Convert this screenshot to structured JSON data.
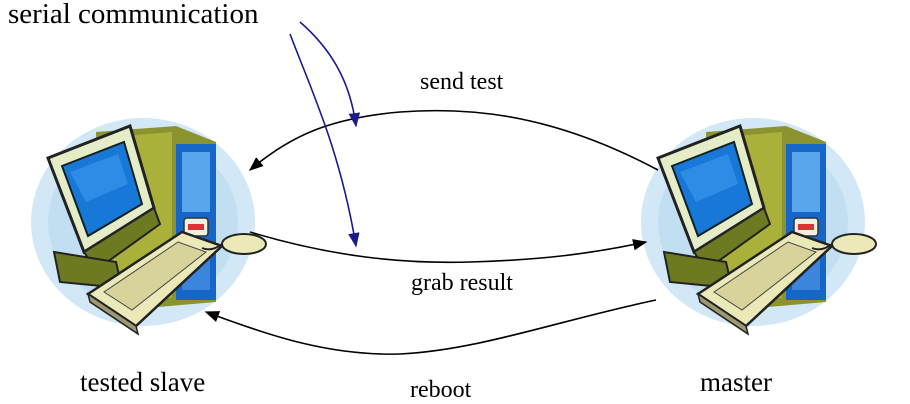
{
  "annotation": {
    "text": "serial communication"
  },
  "nodes": {
    "slave": {
      "label": "tested slave",
      "icon": "computer-icon"
    },
    "master": {
      "label": "master",
      "icon": "computer-icon"
    }
  },
  "edges": {
    "send_test": {
      "label": "send test"
    },
    "grab_result": {
      "label": "grab result"
    },
    "reboot": {
      "label": "reboot"
    }
  },
  "colors": {
    "globe": "#d2e8f6",
    "monitor_frame": "#e5ecc8",
    "screen": "#1778d8",
    "tower_dark": "#6e7a22",
    "tower_front": "#1666c8",
    "keyboard": "#ece9b8",
    "arrow": "#000000",
    "annotation_arrow": "#1a1a8c"
  }
}
